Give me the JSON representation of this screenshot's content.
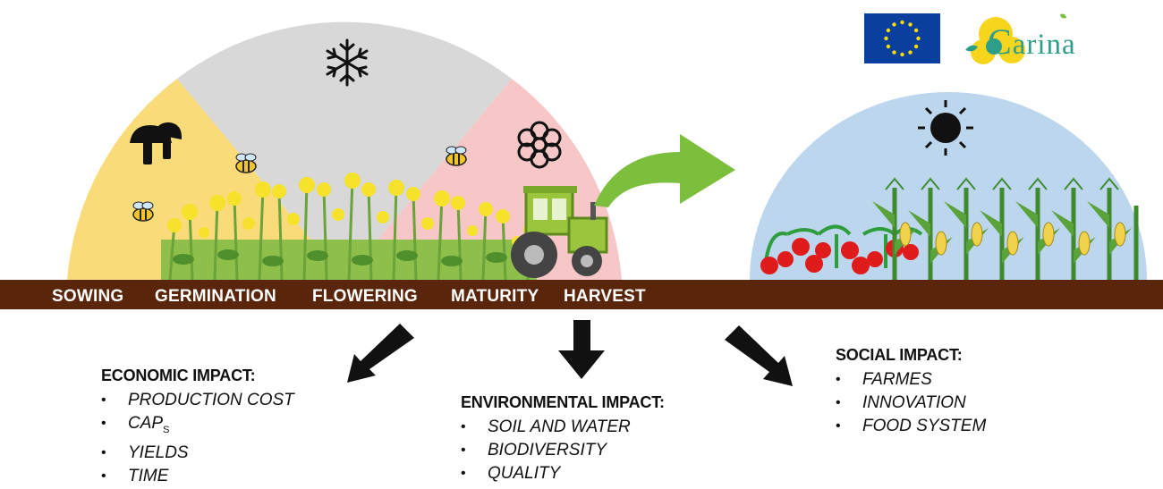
{
  "logo": {
    "brand": "Carina",
    "brand_text": "arina",
    "brand_initial": "C"
  },
  "stages": [
    "SOWING",
    "GERMINATION",
    "FLOWERING",
    "MATURITY",
    "HARVEST"
  ],
  "impacts": {
    "economic": {
      "title": "ECONOMIC IMPACT:",
      "items": [
        "PRODUCTION COST",
        "CAP",
        "YIELDS",
        "TIME"
      ],
      "cap_subscript": "S"
    },
    "environmental": {
      "title": "ENVIRONMENTAL IMPACT:",
      "items": [
        "SOIL AND WATER",
        "BIODIVERSITY",
        "QUALITY"
      ]
    },
    "social": {
      "title": "SOCIAL IMPACT:",
      "items": [
        "FARMES",
        "INNOVATION",
        "FOOD SYSTEM"
      ]
    }
  },
  "icons": [
    "mushroom-icon",
    "snowflake-icon",
    "flower-icon",
    "sun-icon",
    "bee-icon",
    "tractor-icon"
  ],
  "colors": {
    "autumn": "#fadb7a",
    "winter": "#d8d8d8",
    "spring": "#f7c6c6",
    "summer": "#bcd6ee",
    "soil": "#5a260b",
    "arrow_green": "#7bbf3c",
    "eu_blue": "#0a3f9e",
    "eu_star": "#ffdd00"
  }
}
